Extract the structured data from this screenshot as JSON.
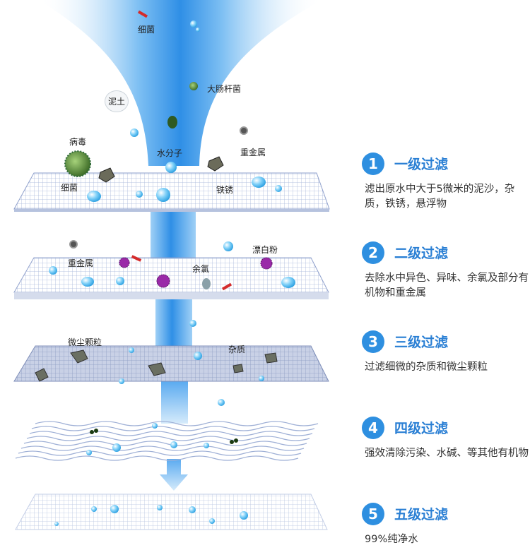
{
  "funnel_labels": {
    "bacteria_top": "细菌",
    "mud": "泥土",
    "ecoli": "大肠杆菌",
    "virus": "病毒",
    "water_molecule": "水分子",
    "heavy_metal_top": "重金属",
    "bacteria_layer1": "细菌",
    "rust": "铁锈"
  },
  "layer2_labels": {
    "heavy_metal": "重金属",
    "residual_chlorine": "余氯",
    "bleach": "漂白粉"
  },
  "layer3_labels": {
    "dust_particles": "微尘颗粒",
    "impurities": "杂质"
  },
  "steps": [
    {
      "number": "1",
      "title": "一级过滤",
      "desc": "滤出原水中大于5微米的泥沙，杂质，铁锈，悬浮物"
    },
    {
      "number": "2",
      "title": "二级过滤",
      "desc": "去除水中异色、异味、余氯及部分有机物和重金属"
    },
    {
      "number": "3",
      "title": "三级过滤",
      "desc": "过滤细微的杂质和微尘颗粒"
    },
    {
      "number": "4",
      "title": "四级过滤",
      "desc": "强效清除污染、水碱、等其他有机物"
    },
    {
      "number": "5",
      "title": "五级过滤",
      "desc": "99%纯净水"
    }
  ],
  "colors": {
    "accent": "#2e8fe0",
    "title": "#2a7fd4",
    "stream": "#4aa3ec",
    "grid": "#9fb0d6"
  }
}
